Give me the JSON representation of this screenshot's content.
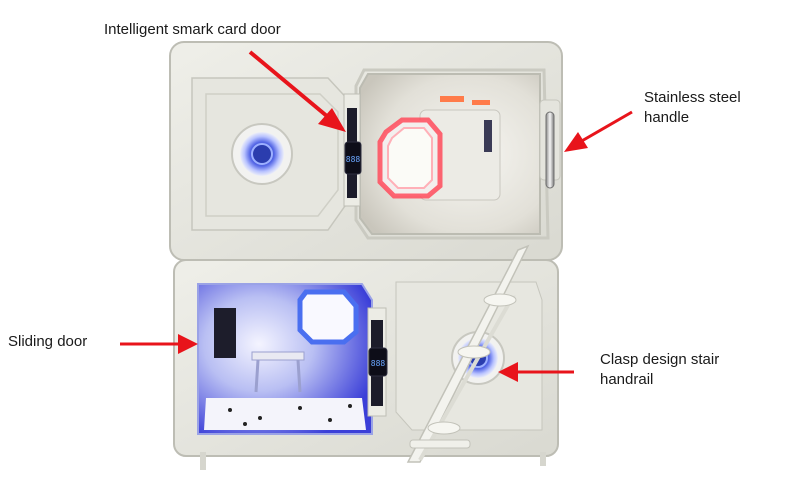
{
  "labels": {
    "smart_card_door": "Intelligent smark card door",
    "handle_line1": "Stainless steel",
    "handle_line2": "handle",
    "sliding_door": "Sliding door",
    "stair_line1": "Clasp design stair",
    "stair_line2": "handrail"
  },
  "displays": {
    "upper_lock": "888",
    "lower_lock": "888"
  },
  "colors": {
    "arrow": "#e8141b",
    "shell": "#e9e9e2",
    "blue_glow": "#3d56e8",
    "red_glow": "#ff4b5c"
  }
}
